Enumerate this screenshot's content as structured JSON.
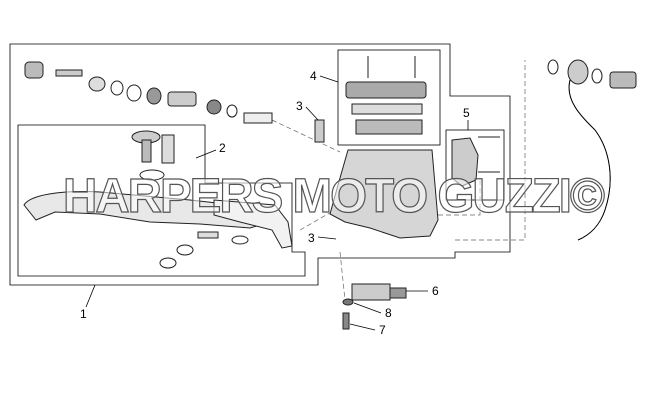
{
  "watermark": "HARPERS MOTO GUZZI©",
  "callouts": {
    "c1": "1",
    "c2": "2",
    "c3a": "3",
    "c3b": "3",
    "c4": "4",
    "c5": "5",
    "c6": "6",
    "c7": "7",
    "c8": "8"
  }
}
